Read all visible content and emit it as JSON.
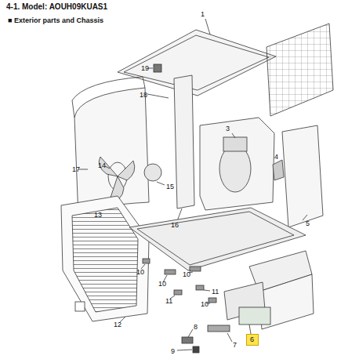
{
  "diagram": {
    "title": "4-1. Model: AOUH09KUAS1",
    "nodes": [
      {
        "text": [
          "6"
        ]
      }
    ],
    "labels": [
      "■ Exterior parts and Chassis",
      "1",
      "19",
      "18",
      "17",
      "3",
      "4",
      "14",
      "15",
      "13",
      "16",
      "5",
      "12",
      "10",
      "10",
      "11",
      "10",
      "11",
      "10",
      "7",
      "8",
      "9"
    ]
  }
}
